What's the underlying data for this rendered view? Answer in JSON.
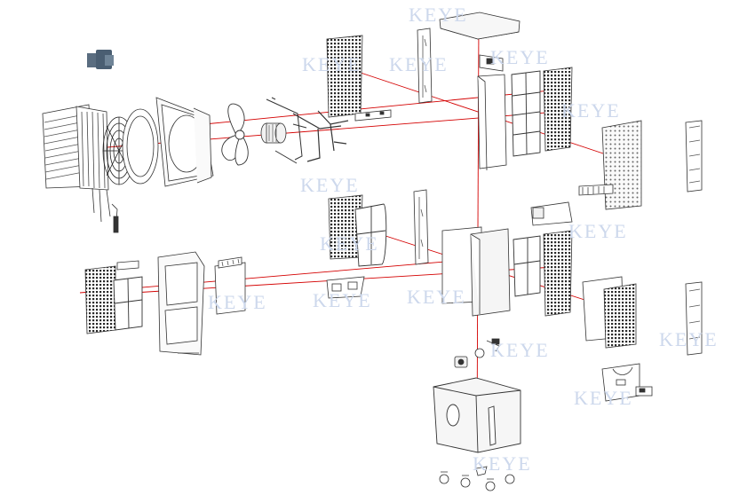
{
  "watermark": {
    "text": "KEYE",
    "color": "#cdd8ec"
  },
  "colors": {
    "line": "#333333",
    "guide": "#d40000",
    "panel": "#f4f4f4",
    "mesh": "#2a2a2a",
    "plug": "#5a6d80"
  },
  "watermarks": [
    "KEYE",
    "KEYE",
    "KEYE",
    "KEYE",
    "KEYE",
    "KEYE",
    "KEYE",
    "KEYE",
    "KEYE",
    "KEYE",
    "KEYE",
    "KEYE",
    "KEYE",
    "KEYE",
    "KEYE"
  ],
  "parts": [
    "plug",
    "condenser-coil",
    "fan-guard",
    "fan-shroud",
    "propeller-fan",
    "fan-motor",
    "motor-bracket",
    "mounting-frame",
    "top-mesh-filter",
    "top-mesh-strip",
    "side-rail-top",
    "top-cover",
    "top-clip",
    "water-tray-top",
    "pad-frame-top",
    "honeycomb-grid-top",
    "rear-grid-top",
    "side-louver-top",
    "middle-mesh-filter",
    "middle-frame",
    "side-rail-middle",
    "honeycomb-frame-middle",
    "middle-box",
    "middle-grid",
    "middle-duct",
    "middle-rear-grid",
    "front-left-grid",
    "front-left-frame",
    "front-housing",
    "top-latch",
    "cooling-pad",
    "bottom-bracket",
    "water-pump",
    "float-valve",
    "water-tank",
    "casters",
    "rear-mesh-middle",
    "side-louver-middle",
    "control-panel"
  ]
}
